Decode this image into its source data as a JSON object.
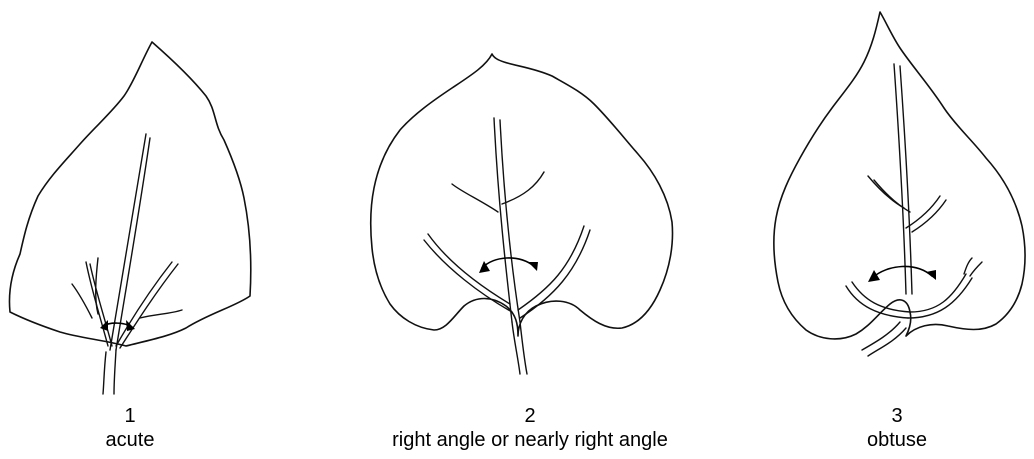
{
  "figures": [
    {
      "number": "1",
      "label": "acute"
    },
    {
      "number": "2",
      "label": "right angle or nearly right angle"
    },
    {
      "number": "3",
      "label": "obtuse"
    }
  ]
}
